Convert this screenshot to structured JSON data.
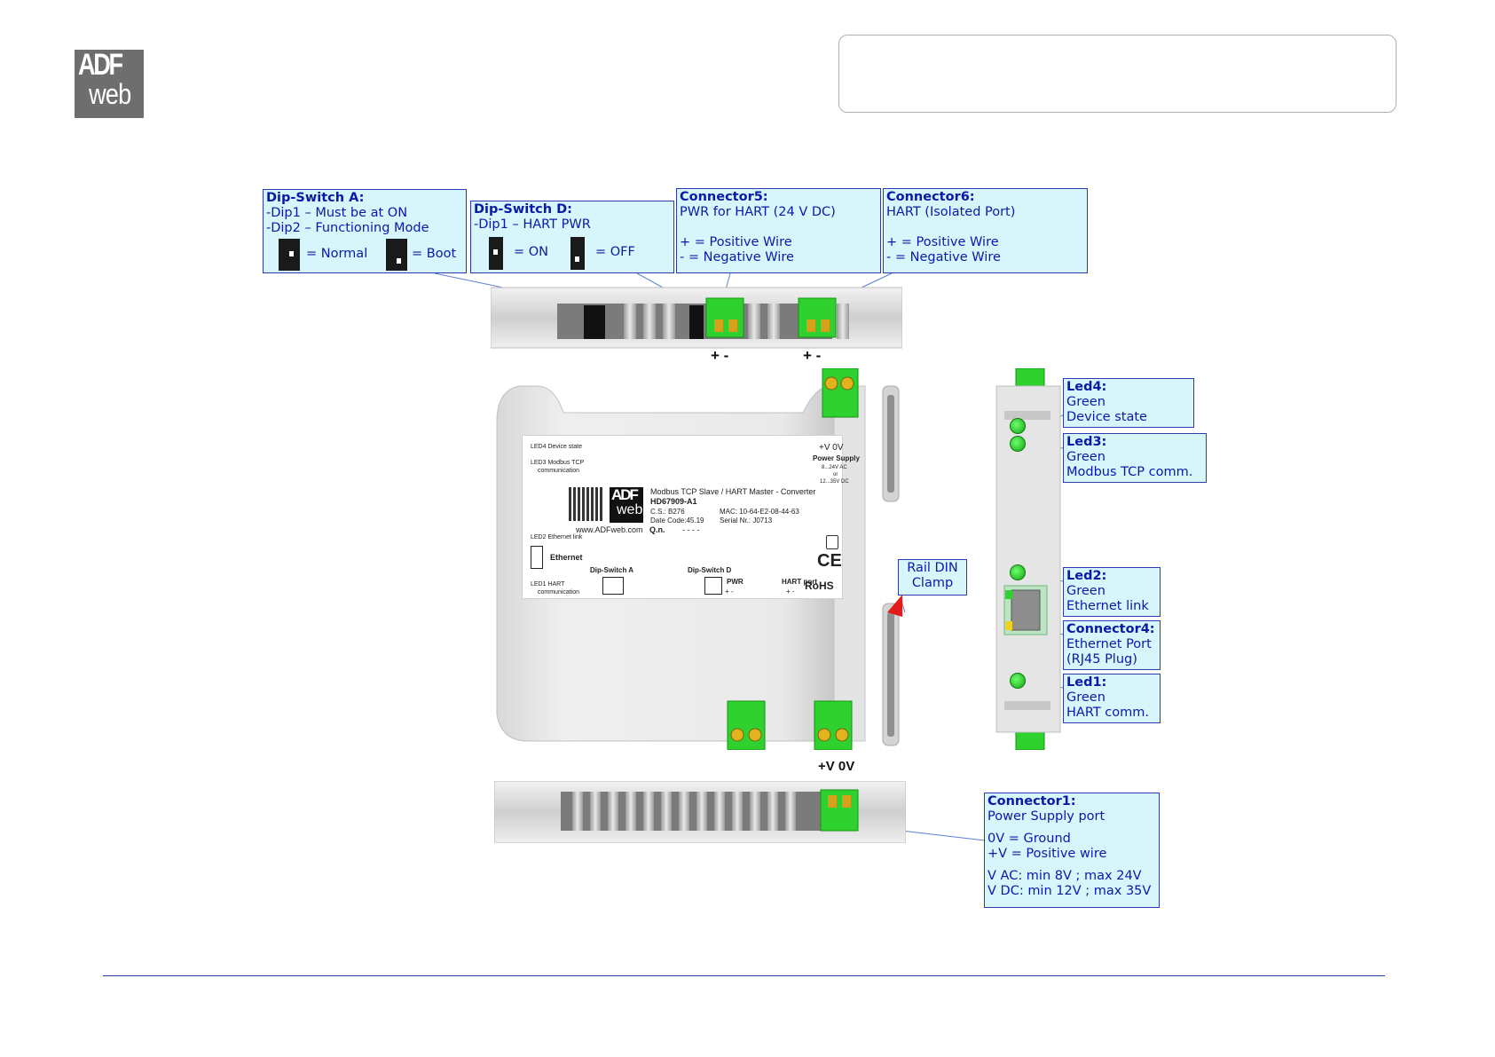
{
  "logo": {
    "line1": "ADF",
    "line2": "web"
  },
  "callouts": {
    "dipA": {
      "title": "Dip-Switch A:",
      "line1": "-Dip1 – Must be at ON",
      "line2": "-Dip2 – Functioning Mode",
      "normal": "= Normal",
      "boot": "= Boot"
    },
    "dipD": {
      "title": "Dip-Switch D:",
      "line1": "-Dip1 – HART PWR",
      "on": "= ON",
      "off": "= OFF"
    },
    "conn5": {
      "title": "Connector5:",
      "line1": "PWR for HART (24 V DC)",
      "line2": "+ = Positive Wire",
      "line3": "-  = Negative Wire"
    },
    "conn6": {
      "title": "Connector6:",
      "line1": "HART (Isolated Port)",
      "line2": "+ = Positive Wire",
      "line3": "-  = Negative Wire"
    },
    "led4": {
      "title": "Led4:",
      "line1": "Green",
      "line2": "Device state"
    },
    "led3": {
      "title": "Led3:",
      "line1": "Green",
      "line2": "Modbus TCP comm."
    },
    "led2": {
      "title": "Led2:",
      "line1": "Green",
      "line2": "Ethernet link"
    },
    "conn4": {
      "title": "Connector4:",
      "line1": "Ethernet Port",
      "line2": "(RJ45 Plug)"
    },
    "led1": {
      "title": "Led1:",
      "line1": "Green",
      "line2": "HART comm."
    },
    "rail": {
      "line1": "Rail DIN",
      "line2": "Clamp"
    },
    "conn1": {
      "title": "Connector1:",
      "line1": "Power Supply port",
      "line2": "0V = Ground",
      "line3": "+V = Positive wire",
      "line4": "V AC: min 8V ; max 24V",
      "line5": "V DC: min 12V ; max 35V"
    }
  },
  "top_view": {
    "pm1": "+ -",
    "pm2": "+ -"
  },
  "bottom_view": {
    "label": "+V 0V"
  },
  "label_plate": {
    "led4": "LED4 Device state",
    "led3a": "LED3 Modbus TCP",
    "led3b": "communication",
    "led2": "LED2 Ethernet link",
    "ethernet": "Ethernet",
    "led1a": "LED1 HART",
    "led1b": "communication",
    "v_0v": "+V  0V",
    "power_supply": "Power Supply",
    "ac": "8...24V AC",
    "or": "or",
    "dc": "12...35V DC",
    "product": "Modbus TCP Slave / HART Master - Converter",
    "code": "HD67909-A1",
    "cs": "C.S.: B276",
    "date": "Date Code:45.19",
    "mac": "MAC: 10-64-E2-08-44-63",
    "serial": "Serial Nr.: J0713",
    "url": "www.ADFweb.com",
    "qn": "Q.n.",
    "dashes": "- - - -",
    "dip_a": "Dip-Switch A",
    "dip_d": "Dip-Switch D",
    "pwr": "PWR",
    "hart_port": "HART port",
    "pwr_pm": "+   -",
    "hart_pm": "+   -",
    "ce": "CE",
    "rohs": "RoHS",
    "logo1": "ADF",
    "logo2": "web"
  }
}
